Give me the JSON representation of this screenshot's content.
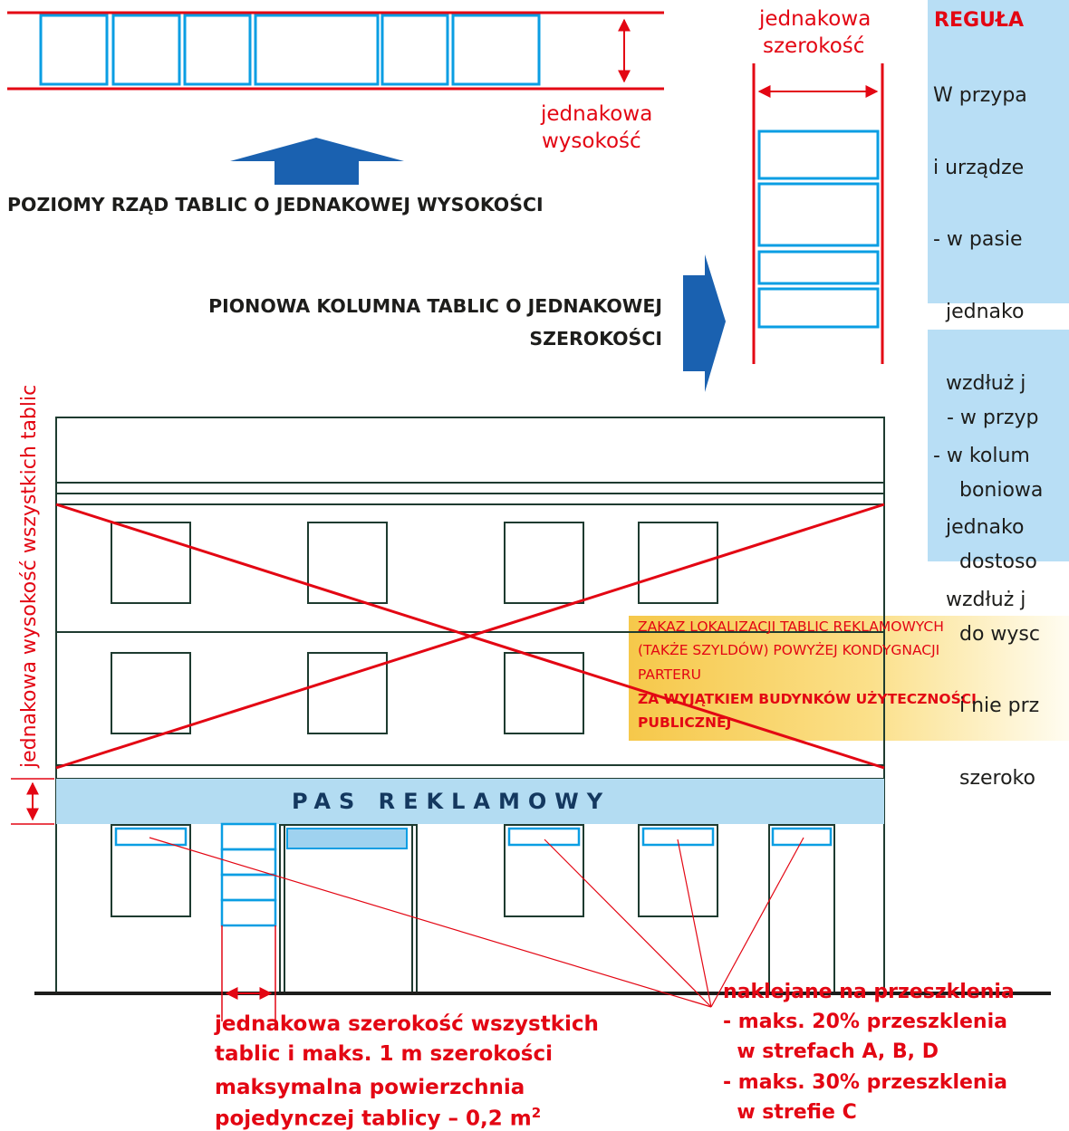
{
  "labels": {
    "top_equal_width": [
      "jednakowa",
      "szerokość"
    ],
    "top_equal_height": [
      "jednakowa",
      "wysokość"
    ],
    "horizontal_row_caption": "POZIOMY RZĄD TABLIC O JEDNAKOWEJ WYSOKOŚCI",
    "vertical_column_caption": [
      "PIONOWA KOLUMNA TABLIC O JEDNAKOWEJ",
      "SZEROKOŚCI"
    ],
    "side_equal_height_all": "jednakowa wysokość wszystkich tablic",
    "advert_band": "PAS REKLAMOWY",
    "ban_notice": [
      "ZAKAZ LOKALIZACJI TABLIC REKLAMOWYCH",
      "(TAKŻE SZYLDÓW) POWYŻEJ KONDYGNACJI",
      "PARTERU"
    ],
    "ban_exception": [
      "ZA WYJĄTKIEM BUDYNKÓW UŻYTECZNOŚCI",
      "PUBLICZNEJ"
    ],
    "bottom_left": {
      "line1": "jednakowa szerokość wszystkich",
      "line2": "tablic i maks. 1 m szerokości",
      "line3": "maksymalna powierzchnia",
      "line4_text": "pojedynczej tablicy – 0,2 m",
      "line4_sup": "2"
    },
    "bottom_right": [
      "naklejane na przeszklenia",
      "- maks. 20% przeszklenia",
      "  w strefach A, B, D",
      "- maks. 30% przeszklenia",
      "  w strefie C"
    ]
  },
  "rule_panel": {
    "heading": "REGUŁA",
    "lines": [
      "W przypa",
      "i urządze",
      "- w pasie",
      "  jednako",
      "  wzdłuż j",
      "- w kolum",
      "  jednako",
      "  wzdłuż j"
    ]
  },
  "rule_panel_2": {
    "lines": [
      "- w przyp",
      "  boniowa",
      "  dostoso",
      "  do wysc",
      "  i nie prz",
      "  szeroko"
    ]
  },
  "colors": {
    "red": "#e30613",
    "sign_blue": "#0a9ee3",
    "arrow_blue": "#1a61b0",
    "panel_blue": "#b8def5",
    "band_blue": "#b3dcf2",
    "band_text": "#14385f",
    "building_line": "#1e3b30"
  }
}
